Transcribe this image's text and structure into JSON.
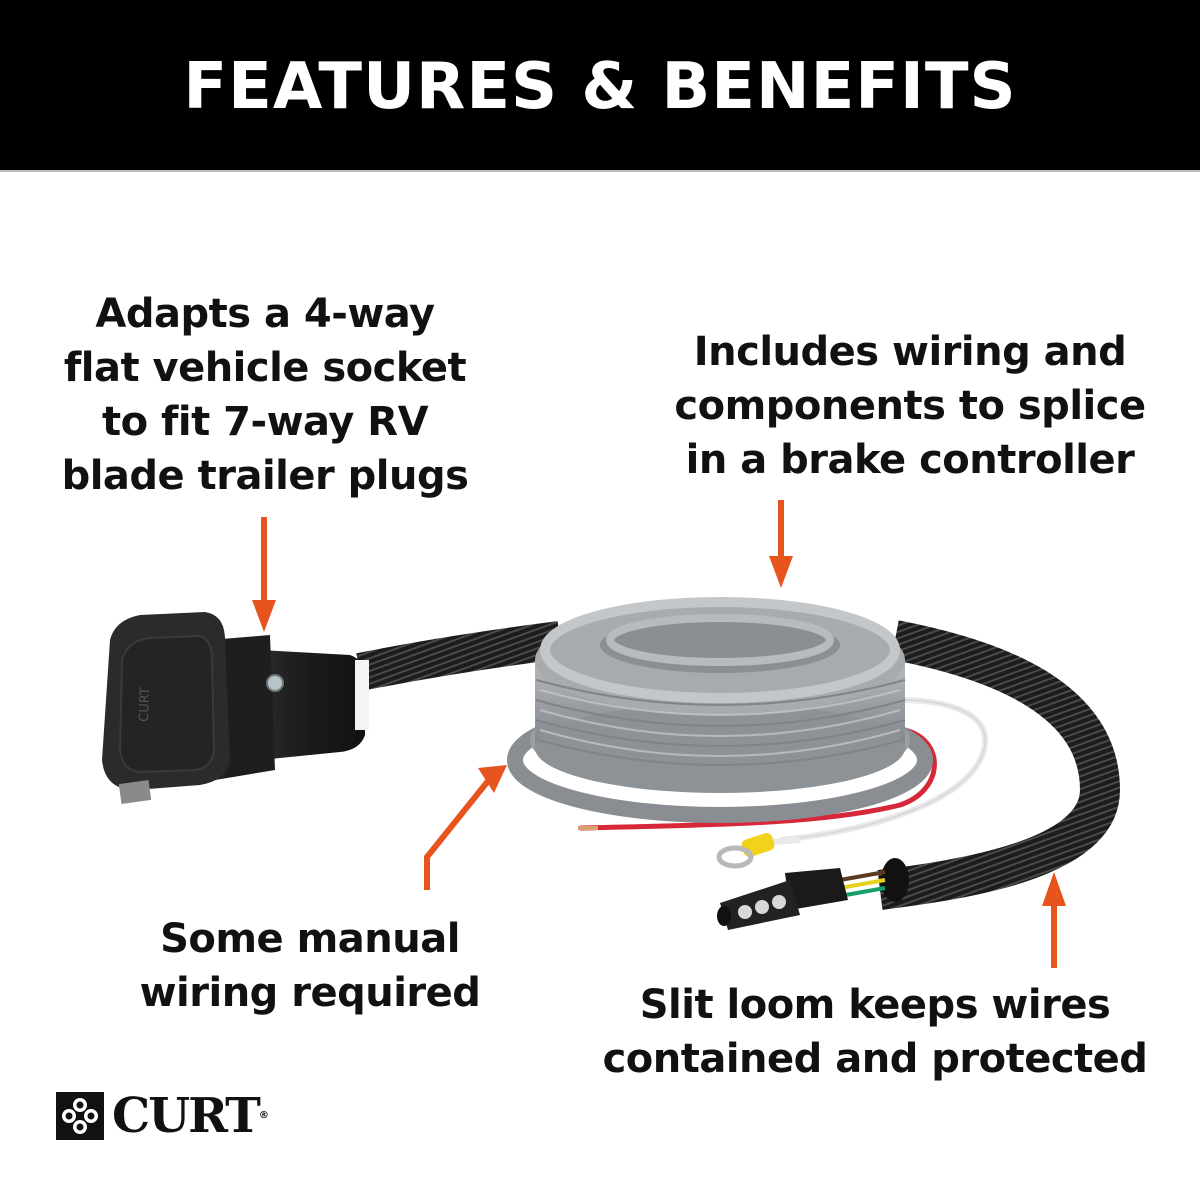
{
  "banner": {
    "title": "FEATURES & BENEFITS",
    "background": "#000000",
    "text_color": "#ffffff"
  },
  "callouts": {
    "adapts": {
      "lines": [
        "Adapts a 4-way",
        "flat vehicle socket",
        "to fit 7-way RV",
        "blade trailer plugs"
      ],
      "arrow_direction": "down"
    },
    "includes": {
      "lines": [
        "Includes wiring and",
        "components to splice",
        "in a brake controller"
      ],
      "arrow_direction": "down"
    },
    "manual": {
      "lines": [
        "Some manual",
        "wiring required"
      ],
      "arrow_direction": "up-right"
    },
    "loom": {
      "lines": [
        "Slit loom keeps wires",
        "contained and protected"
      ],
      "arrow_direction": "up"
    }
  },
  "arrow_color": "#e8541e",
  "product": {
    "name": "7-way RV blade socket adapter with wiring harness",
    "socket_label": "CURT",
    "components": [
      "7-way socket",
      "slit loom",
      "gray wire coil",
      "red wire",
      "white ground wire",
      "ring terminal",
      "4-way flat connector"
    ]
  },
  "brand": {
    "logo_text": "CURT",
    "trademark": "®"
  }
}
